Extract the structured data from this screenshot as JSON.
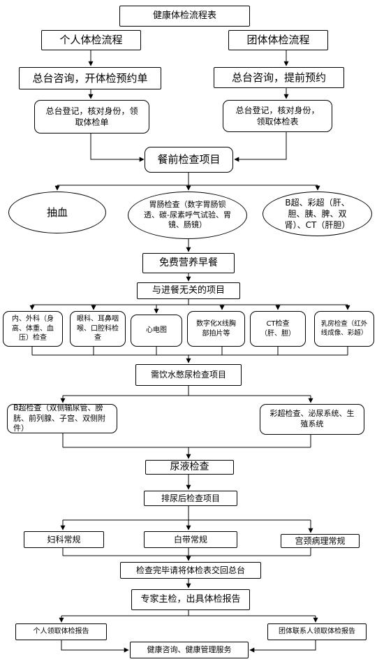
{
  "title": "健康体检流程表",
  "individual_flow": "个人体检流程",
  "group_flow": "团体体检流程",
  "individual_step1": "总台咨询，开体检预约单",
  "group_step1": "总台咨询，提前预约",
  "individual_step2": "总台登记，核对身份，领取体检单",
  "group_step2": "总台登记，核对身份，领取体检表",
  "pre_meal": "餐前检查项目",
  "blood": "抽血",
  "gastro": "胃肠检查（数字胃肠钡透、碳-尿素呼气试验、胃镜、肠镜）",
  "ultrasound": "B超、彩超（肝、胆、胰、脾、双肾）、CT（肝胆）",
  "breakfast": "免费营养早餐",
  "non_meal": "与进餐无关的项目",
  "internal": "内、外科（身高、体重、血压）检查",
  "ent": "眼科、耳鼻咽喉、口腔科检查",
  "ecg": "心电图",
  "xray": "数字化X线胸部拍片等",
  "ct": "CT检查（肝、胆）",
  "breast": "乳房检查（红外线成像、彩超）",
  "water_items": "需饮水憋尿检查项目",
  "bus": "B超检查（双侧输尿管、膀胱、前列腺、子宫、双侧附件）",
  "color_us": "彩超检查、泌尿系统、生殖系统",
  "urine": "尿液检查",
  "post_urine": "排尿后检查项目",
  "gyn": "妇科常规",
  "leuk": "白带常规",
  "cervical": "宫颈病理常规",
  "return_form": "检查完毕请将体检表交回总台",
  "expert": "专家主检，出具体检报告",
  "indiv_report": "个人领取体检报告",
  "group_report": "团体联系人领取体检报告",
  "service": "健康咨询、健康管理服务"
}
